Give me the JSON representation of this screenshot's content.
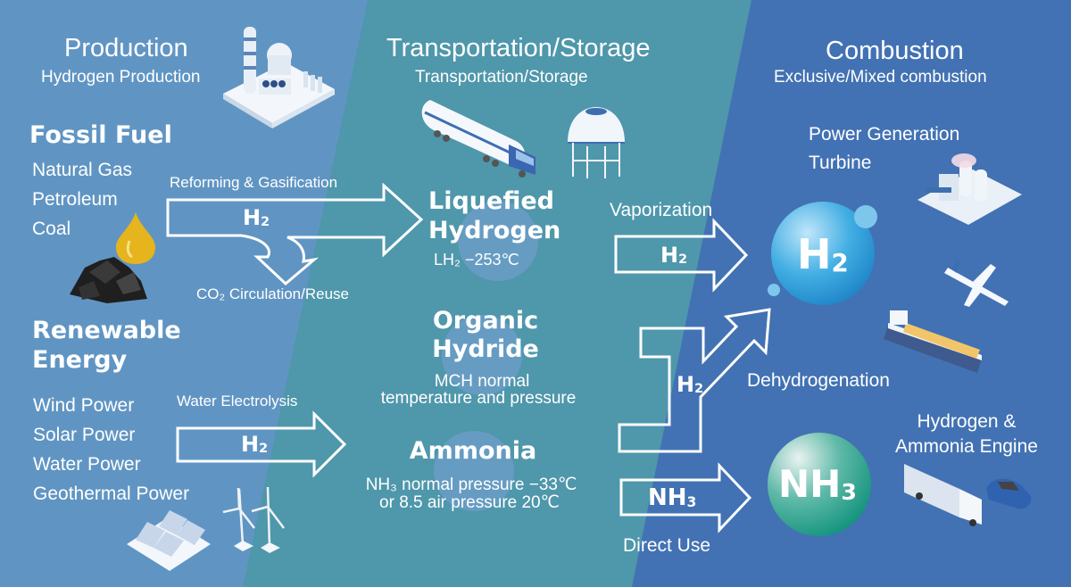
{
  "colors": {
    "production_band": "#6095c3",
    "transport_band": "#4f97ab",
    "combustion_band": "#4272b3",
    "text": "#ffffff",
    "h2_sphere": "#3aa4dd",
    "nh3_sphere": "#22a08e"
  },
  "production": {
    "title": "Production",
    "subtitle": "Hydrogen Production",
    "icon": "factory-icon",
    "fossil": {
      "heading": "Fossil Fuel",
      "items": [
        "Natural Gas",
        "Petroleum",
        "Coal"
      ],
      "icons": [
        "oil-drop-icon",
        "coal-pile-icon"
      ],
      "process_label": "Reforming & Gasification",
      "arrow_label": "H",
      "arrow_sub": "2",
      "branch_label": "CO₂ Circulation/Reuse"
    },
    "renewable": {
      "heading_line1": "Renewable",
      "heading_line2": "Energy",
      "items": [
        "Wind Power",
        "Solar Power",
        "Water Power",
        "Geothermal Power"
      ],
      "icons": [
        "solar-panel-icon",
        "wind-turbine-icon"
      ],
      "process_label": "Water Electrolysis",
      "arrow_label": "H",
      "arrow_sub": "2"
    }
  },
  "transport": {
    "title": "Transportation/Storage",
    "subtitle": "Transportation/Storage",
    "icons": [
      "tanker-truck-icon",
      "storage-tank-icon"
    ],
    "liquefied": {
      "line1": "Liquefied",
      "line2": "Hydrogen",
      "detail": "LH₂ −253℃"
    },
    "organic": {
      "line1": "Organic",
      "line2": "Hydride",
      "detail1": "MCH normal",
      "detail2": "temperature and pressure"
    },
    "ammonia": {
      "title": "Ammonia",
      "detail1": "NH₃ normal pressure −33℃",
      "detail2": "or 8.5 air pressure 20℃"
    }
  },
  "combustion": {
    "title": "Combustion",
    "subtitle": "Exclusive/Mixed combustion",
    "power_line1": "Power Generation",
    "power_line2": "Turbine",
    "icons": [
      "power-plant-icon",
      "airplane-icon",
      "ship-icon",
      "truck-icon",
      "car-icon"
    ],
    "vaporization": "Vaporization",
    "vapor_arrow": "H",
    "vapor_arrow_sub": "2",
    "dehydrogenation": "Dehydrogenation",
    "dehydro_arrow": "H",
    "dehydro_arrow_sub": "2",
    "direct_use": "Direct Use",
    "nh3_arrow": "NH",
    "nh3_arrow_sub": "3",
    "h2_sphere": "H",
    "h2_sphere_sub": "2",
    "nh3_sphere": "NH",
    "nh3_sphere_sub": "3",
    "engine_line1": "Hydrogen &",
    "engine_line2": "Ammonia Engine"
  }
}
